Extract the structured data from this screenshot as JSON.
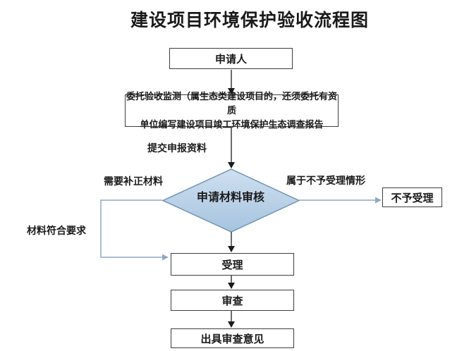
{
  "title": "建设项目环境保护验收流程图",
  "nodes": {
    "applicant": {
      "label": "申请人"
    },
    "entrust": {
      "line1": "委托验收监测（属生态类建设项目的，还须委托有资质",
      "line2": "单位编写建设项目竣工环境保护生态调查报告"
    },
    "review_decision": {
      "label": "申请材料审核"
    },
    "not_accepted": {
      "label": "不予受理"
    },
    "accept": {
      "label": "受理"
    },
    "examine": {
      "label": "审查"
    },
    "issue_opinion": {
      "label": "出具审查意见"
    }
  },
  "edge_labels": {
    "submit": "提交申报资料",
    "need_supplement": "需要补正材料",
    "not_accept_case": "属于不予受理情形",
    "materials_ok": "材料符合要求"
  },
  "colors": {
    "diamond_fill_top": "#cfdfef",
    "diamond_fill_bottom": "#a6c4e0",
    "diamond_border": "#7294b4",
    "blue_line": "#8fa9c4",
    "black_line": "#3a3a3a",
    "box_border": "#3d3d3d",
    "background": "#ffffff"
  }
}
